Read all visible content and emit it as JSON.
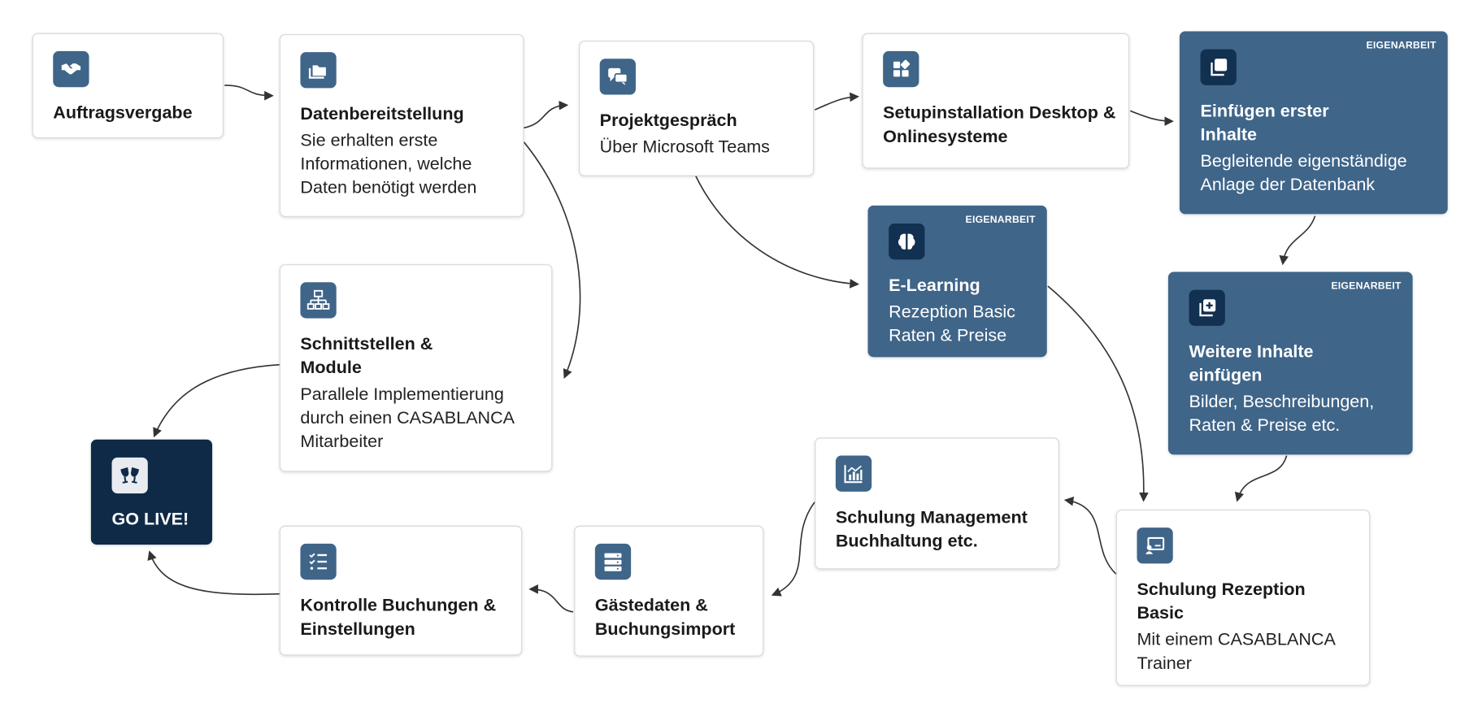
{
  "tag_label": "EIGENARBEIT",
  "colors": {
    "card_blue": "#3f6589",
    "card_dark": "#0f2a47",
    "icon_bg": "#3f6589",
    "arrow": "#333333"
  },
  "steps": [
    {
      "id": "auftragsvergabe",
      "title": "Auftragsvergabe",
      "icon": "handshake-icon"
    },
    {
      "id": "datenbereitstellung",
      "title": "Datenbereitstellung",
      "description": "Sie erhalten erste Informationen, welche Daten benötigt werden",
      "icon": "folder-icon"
    },
    {
      "id": "projektgespraech",
      "title": "Projektgespräch",
      "description": "Über Microsoft Teams",
      "icon": "chat-icon"
    },
    {
      "id": "setupinstallation",
      "title": "Setupinstallation Desktop & Onlinesysteme",
      "icon": "dashboard-icon"
    },
    {
      "id": "einfuegen-erster-inhalte",
      "title": "Einfügen erster Inhalte",
      "description": "Begleitende eigenständige Anlage der Datenbank",
      "icon": "copy-icon",
      "tag": "EIGENARBEIT"
    },
    {
      "id": "e-learning",
      "title": "E-Learning",
      "description": "Rezeption Basic Raten & Preise",
      "icon": "brain-icon",
      "tag": "EIGENARBEIT"
    },
    {
      "id": "weitere-inhalte",
      "title": "Weitere Inhalte einfügen",
      "description": "Bilder, Beschreibungen, Raten & Preise etc.",
      "icon": "add-copy-icon",
      "tag": "EIGENARBEIT"
    },
    {
      "id": "schnittstellen",
      "title": "Schnittstellen & Module",
      "description": "Parallele Implementierung durch einen CASABLANCA Mitarbeiter",
      "icon": "sitemap-icon"
    },
    {
      "id": "go-live",
      "title": "GO LIVE!",
      "icon": "glasses-cheers-icon"
    },
    {
      "id": "schulung-management",
      "title": "Schulung Management Buchhaltung etc.",
      "icon": "chart-icon"
    },
    {
      "id": "schulung-rezeption",
      "title": "Schulung Rezeption Basic",
      "description": "Mit einem CASABLANCA Trainer",
      "icon": "presentation-icon"
    },
    {
      "id": "gaestedaten",
      "title": "Gästedaten & Buchungsimport",
      "icon": "server-icon"
    },
    {
      "id": "kontrolle",
      "title": "Kontrolle Buchungen & Einstellungen",
      "icon": "checklist-icon"
    }
  ]
}
